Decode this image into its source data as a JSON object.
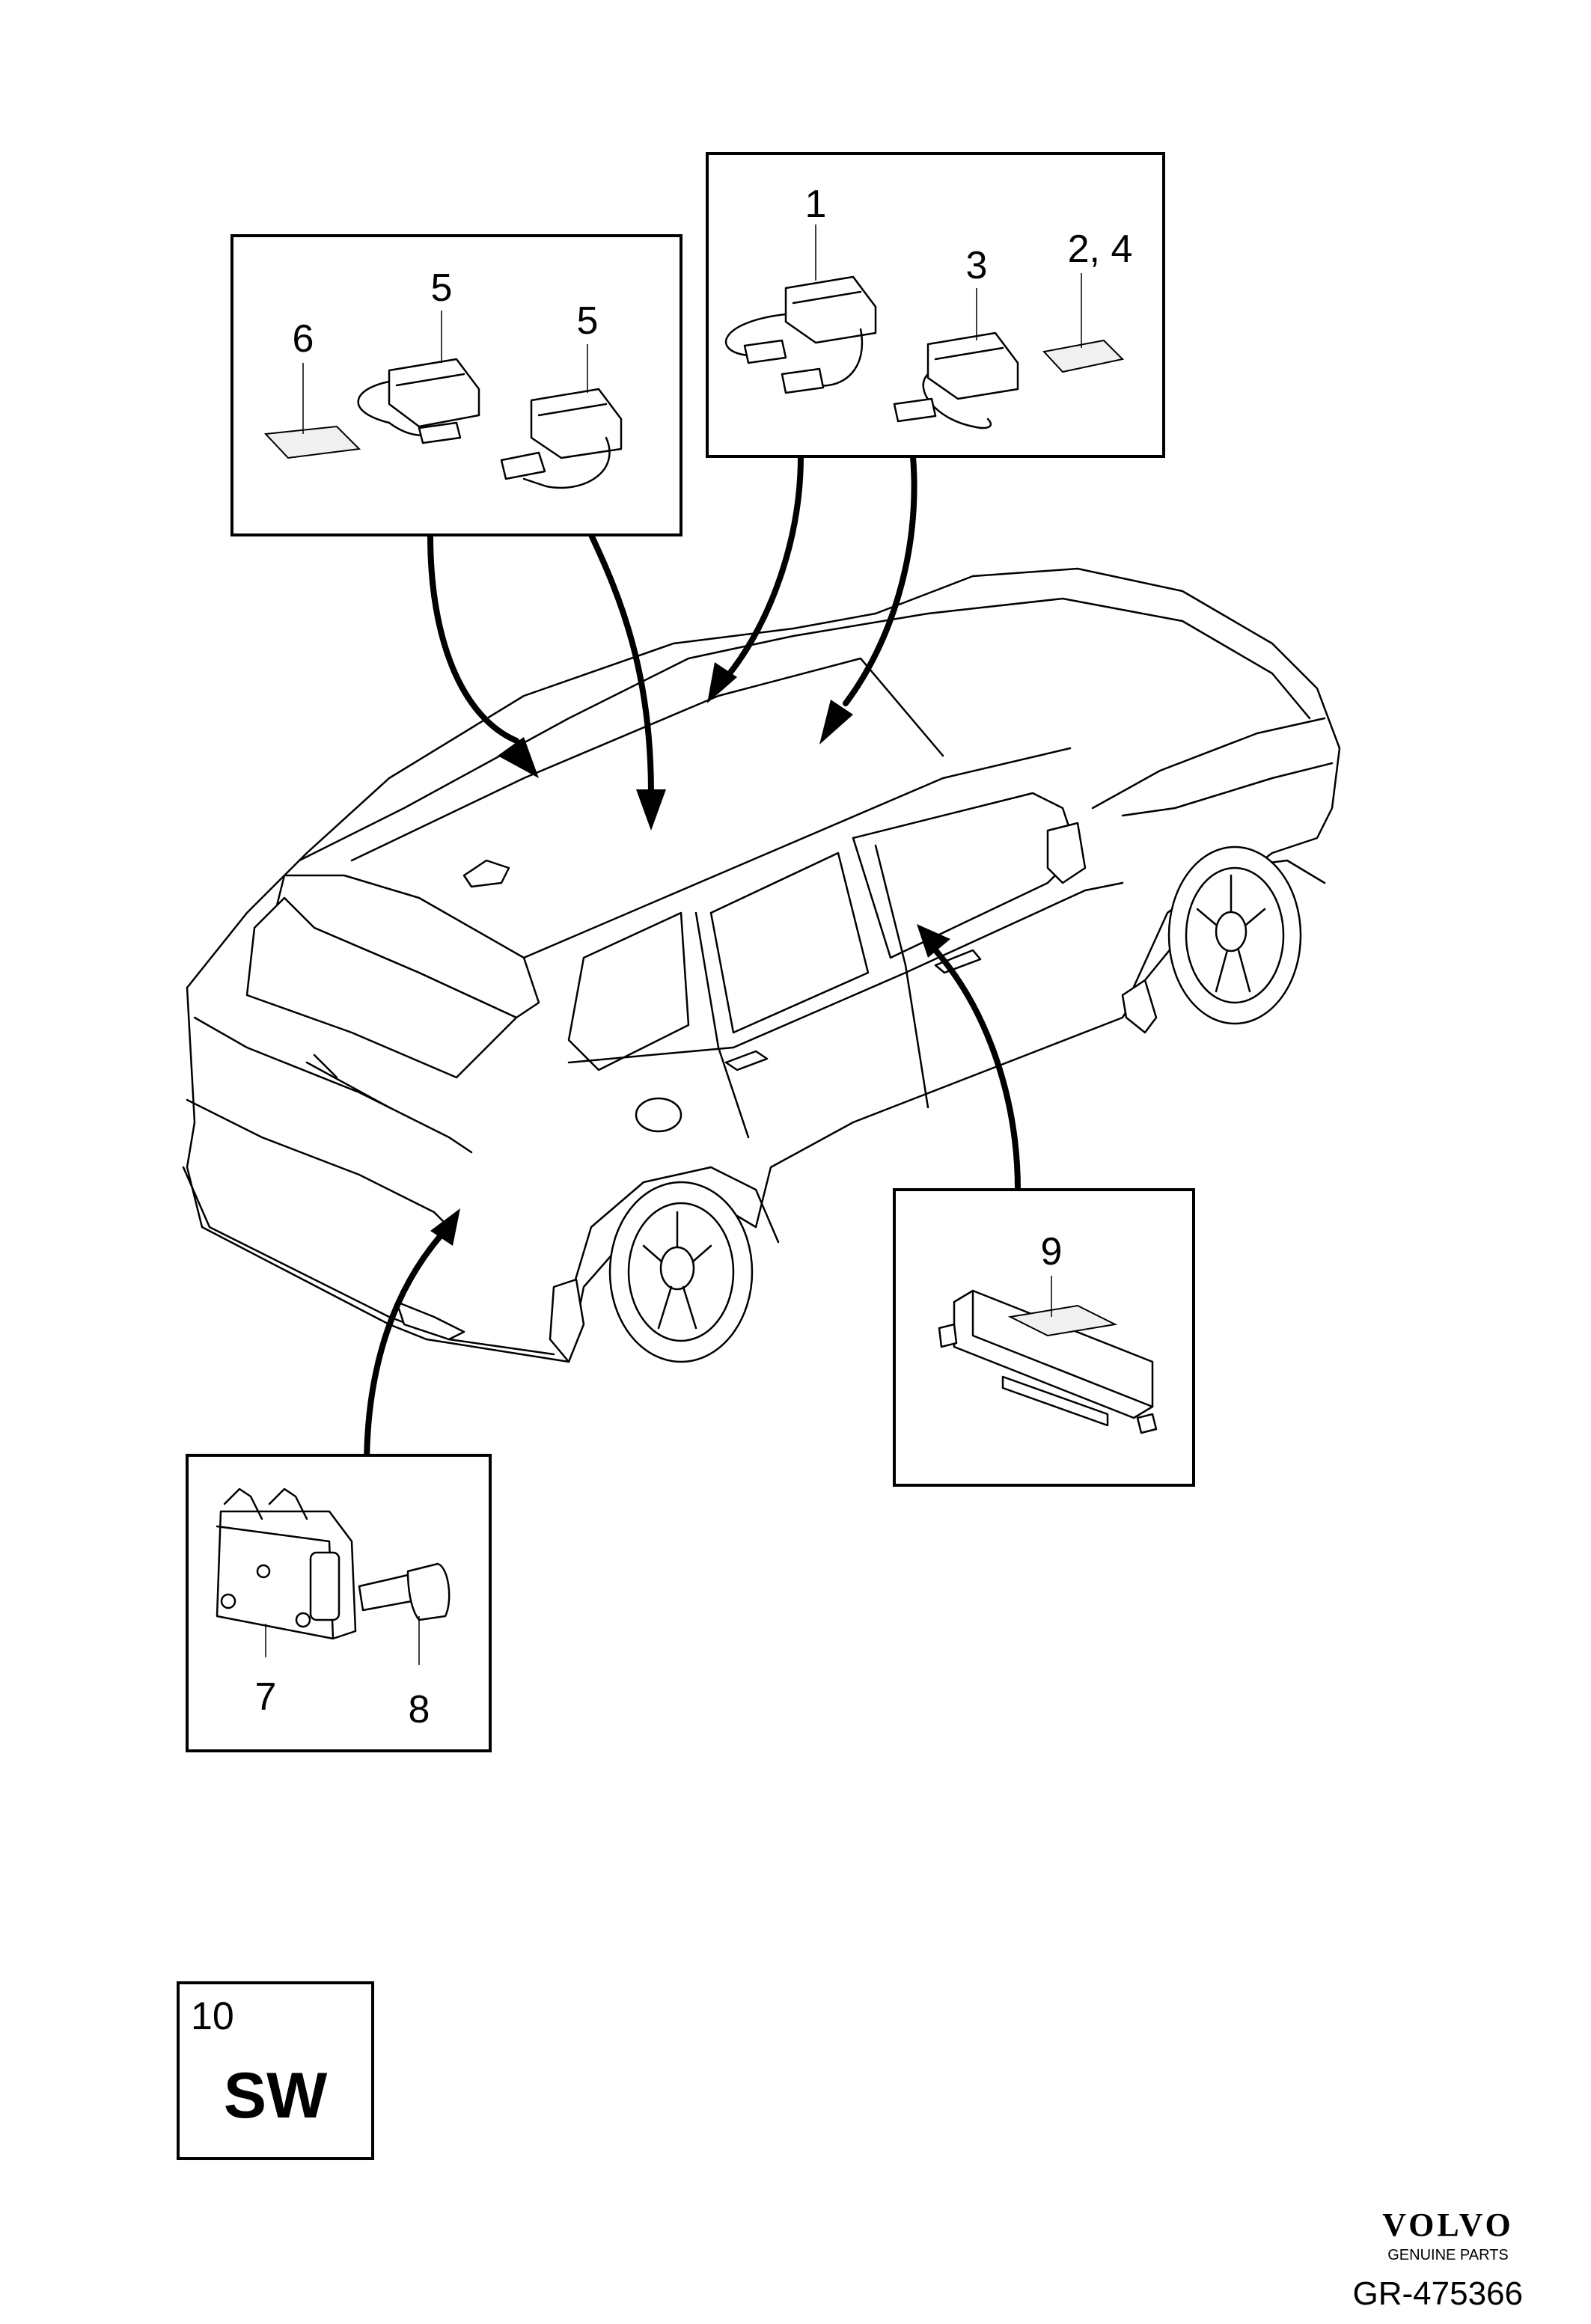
{
  "callouts": {
    "c1": "1",
    "c2_4": "2, 4",
    "c3": "3",
    "c5a": "5",
    "c5b": "5",
    "c6": "6",
    "c7": "7",
    "c8": "8",
    "c9": "9",
    "c10": "10"
  },
  "software_box": {
    "label": "SW"
  },
  "branding": {
    "logo": "VOLVO",
    "subtitle": "GENUINE PARTS",
    "reference": "GR-475366"
  },
  "colors": {
    "line": "#000000",
    "background": "#ffffff"
  }
}
